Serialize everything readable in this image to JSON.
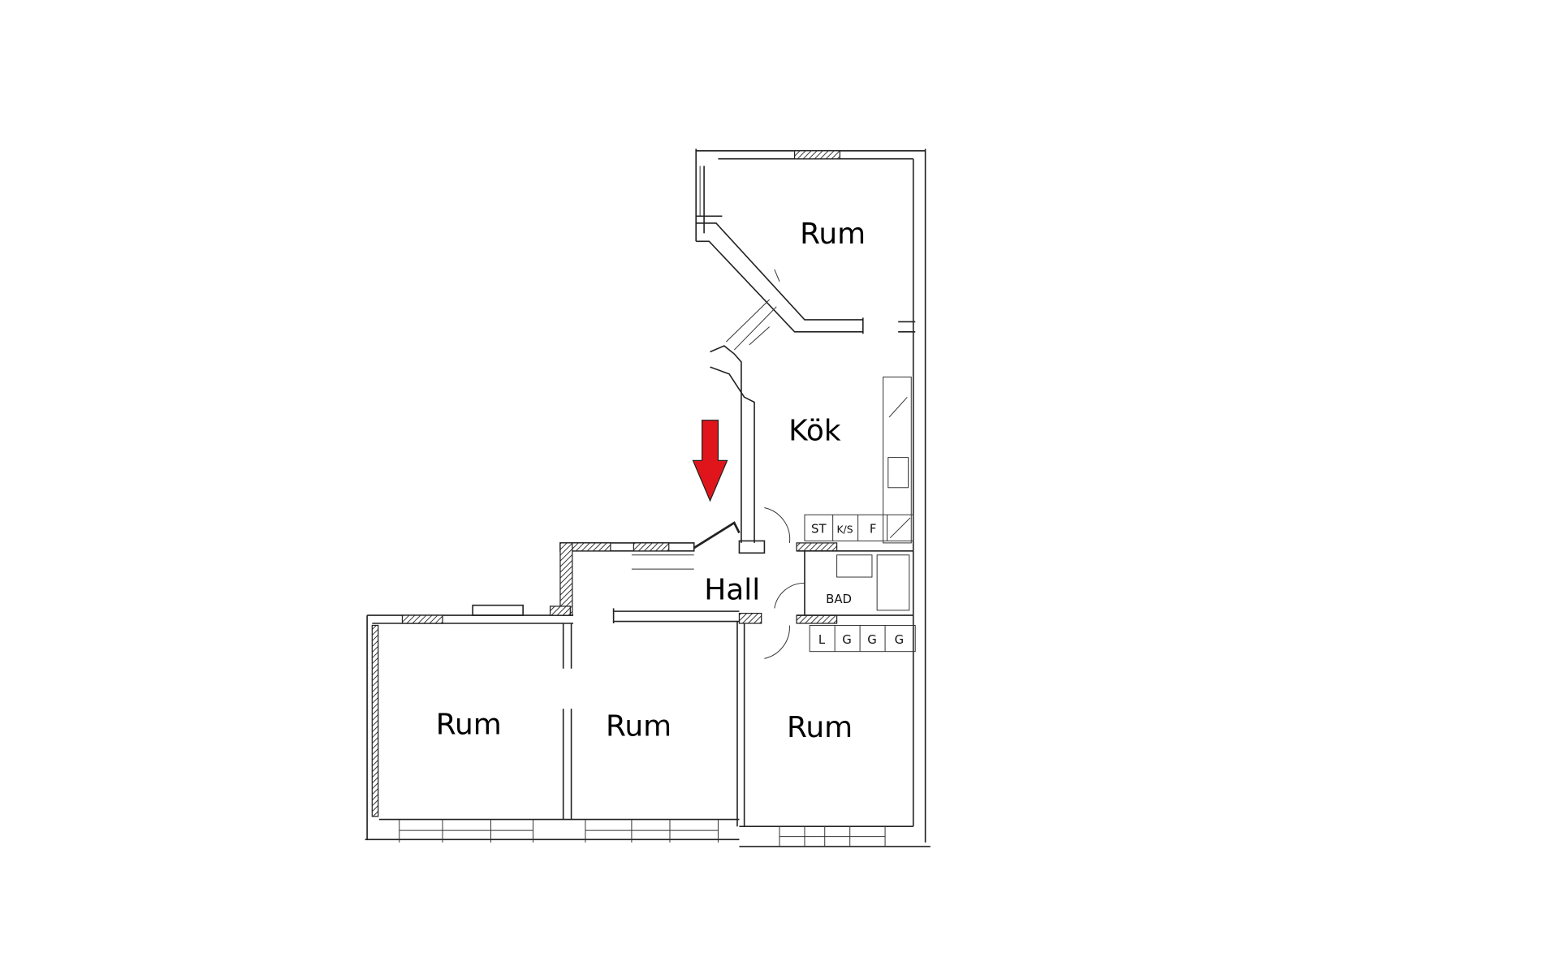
{
  "floorplan": {
    "rooms": {
      "room_top": "Rum",
      "kitchen": "Kök",
      "hall": "Hall",
      "room_left": "Rum",
      "room_middle": "Rum",
      "room_right": "Rum"
    },
    "fixtures": {
      "stove": "ST",
      "fridge_freezer": "K/S",
      "freezer": "F",
      "bathroom": "BAD",
      "closets": [
        "L",
        "G",
        "G",
        "G"
      ]
    },
    "entrance_marker_color": "#e0151b"
  }
}
